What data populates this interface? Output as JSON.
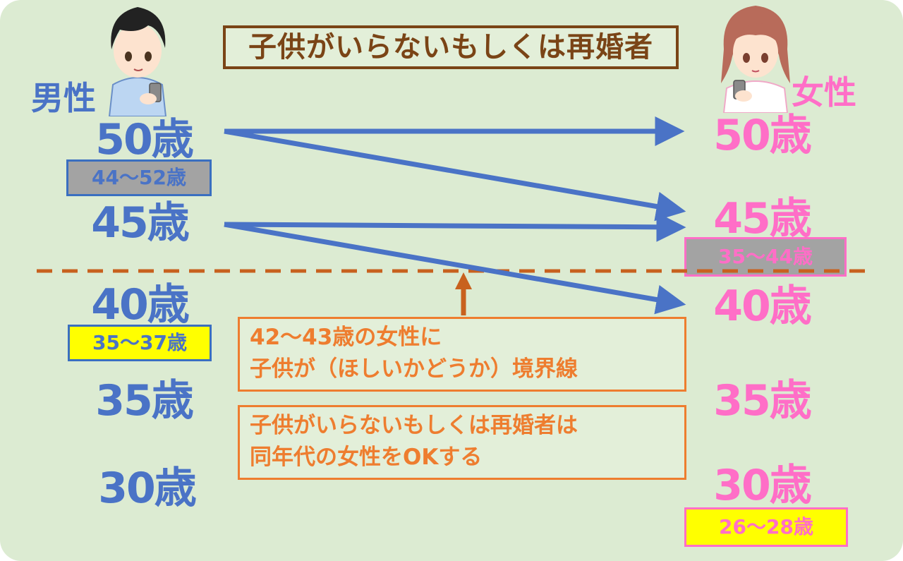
{
  "title": "子供がいらないもしくは再婚者",
  "male": {
    "label": "男性",
    "ages": [
      "50歳",
      "45歳",
      "40歳",
      "35歳",
      "30歳"
    ],
    "ranges": {
      "age50": "44〜52歳",
      "age40": "35〜37歳"
    }
  },
  "female": {
    "label": "女性",
    "ages": [
      "50歳",
      "45歳",
      "40歳",
      "35歳",
      "30歳"
    ],
    "ranges": {
      "age45": "35〜44歳",
      "age30": "26〜28歳"
    }
  },
  "notes": {
    "boundary": {
      "line1": "42〜43歳の女性に",
      "line2": "子供が（ほしいかどうか）境界線"
    },
    "explanation": {
      "line1": "子供がいらないもしくは再婚者は",
      "line2": "同年代の女性をOKする"
    }
  },
  "colors": {
    "background": "#dcebd2",
    "male": "#4a73c6",
    "female": "#ff6ec7",
    "arrow": "#4a73c6",
    "boundary_line": "#c8611e",
    "note_border": "#ee7d2f",
    "title_border": "#7a4416",
    "gray_box": "#a3a3a3",
    "yellow_box": "#ffff00"
  },
  "icons": {
    "male_character": "boy-with-phone-icon",
    "female_character": "girl-with-phone-icon"
  }
}
